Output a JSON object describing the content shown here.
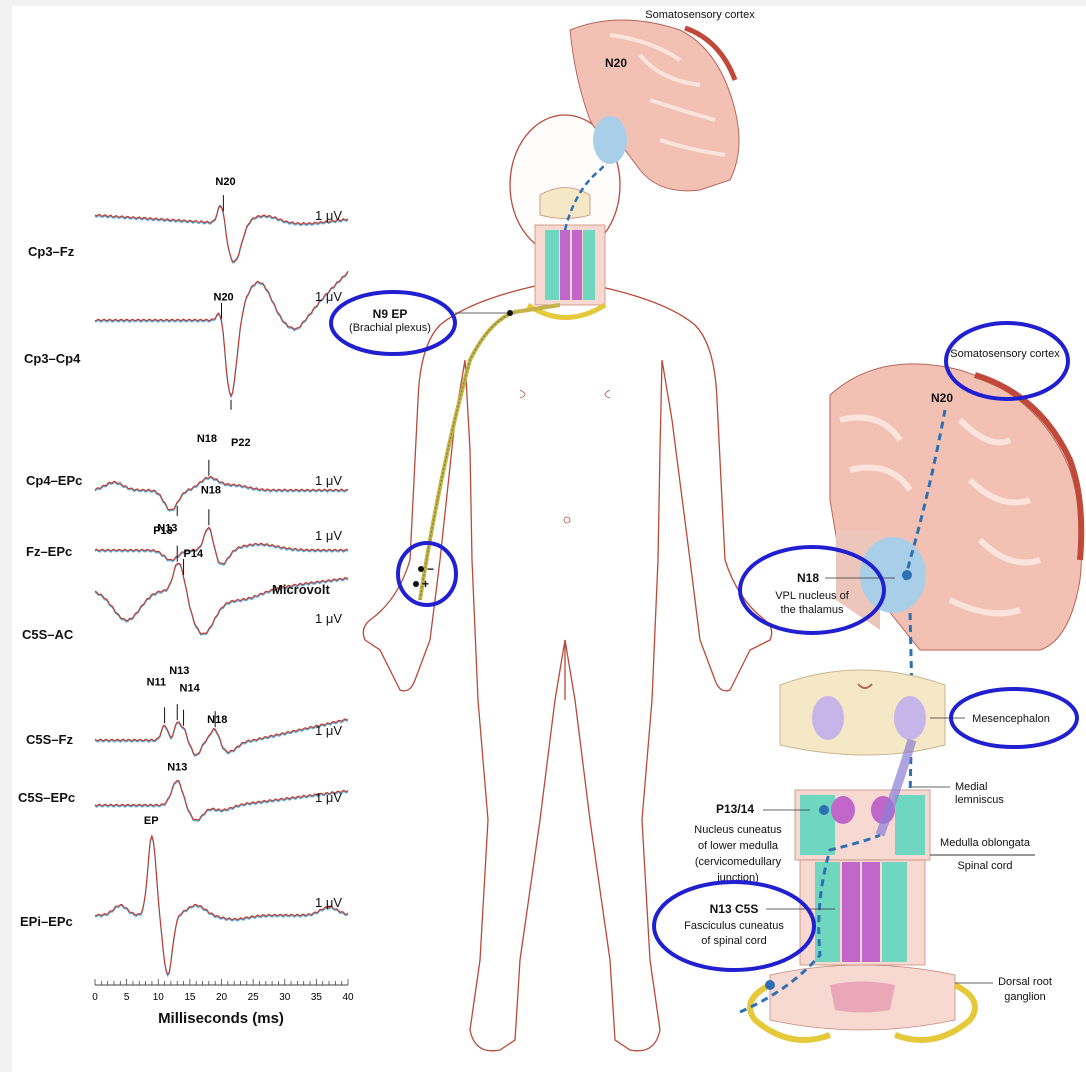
{
  "traces": [
    {
      "label": "Cp3–Fz",
      "scale": "1 μV",
      "peaks": [
        "N20"
      ]
    },
    {
      "label": "Cp3–Cp4",
      "scale": "1 μV",
      "peaks": [
        "N20",
        "P22"
      ]
    },
    {
      "label": "Cp4–EPc",
      "scale": "1 μV",
      "peaks": [
        "N18",
        "P13"
      ]
    },
    {
      "label": "Fz–EPc",
      "scale": "1 μV",
      "peaks": [
        "N18"
      ]
    },
    {
      "label": "C5S–AC",
      "scale": "1 μV",
      "peaks": [
        "N13",
        "P14"
      ]
    },
    {
      "label": "C5S–Fz",
      "scale": "1 μV",
      "peaks": [
        "N11",
        "N13",
        "N14",
        "N18"
      ]
    },
    {
      "label": "C5S–EPc",
      "scale": "1 μV",
      "peaks": [
        "N13"
      ]
    },
    {
      "label": "EPi–EPc",
      "scale": "1 μV",
      "peaks": [
        "EP"
      ]
    }
  ],
  "microvolt_label": "Microvolt",
  "time_axis": {
    "ticks": [
      "0",
      "5",
      "10",
      "15",
      "20",
      "25",
      "30",
      "35",
      "40"
    ],
    "label": "Milliseconds (ms)",
    "range_ms": [
      0,
      40
    ]
  },
  "body_labels": {
    "top_cortex": "Somatosensory cortex",
    "top_n20": "N20",
    "n9_title": "N9 EP",
    "n9_sub": "(Brachial plexus)",
    "electrode_minus": "−",
    "electrode_plus": "+"
  },
  "pathway_labels": {
    "cortex": "Somatosensory cortex",
    "n20": "N20",
    "n18_title": "N18",
    "n18_sub1": "VPL nucleus of",
    "n18_sub2": "the thalamus",
    "mesencephalon": "Mesencephalon",
    "medial_lemniscus_1": "Medial",
    "medial_lemniscus_2": "lemniscus",
    "p13_title": "P13/14",
    "p13_sub1": "Nucleus cuneatus",
    "p13_sub2": "of lower medulla",
    "p13_sub3": "(cervicomedullary",
    "p13_sub4": "junction)",
    "medulla": "Medulla oblongata",
    "spinal_cord": "Spinal cord",
    "n13_title": "N13 C5S",
    "n13_sub1": "Fasciculus cuneatus",
    "n13_sub2": "of spinal cord",
    "drg1": "Dorsal root",
    "drg2": "ganglion"
  },
  "colors": {
    "trace_red": "#c0392b",
    "trace_blue": "#5aa8d6",
    "highlight_ring": "#2020d0",
    "body_outline": "#b84a3a",
    "brain_pink": "#f2c1b4",
    "pathway_dash": "#2f6fb3"
  }
}
